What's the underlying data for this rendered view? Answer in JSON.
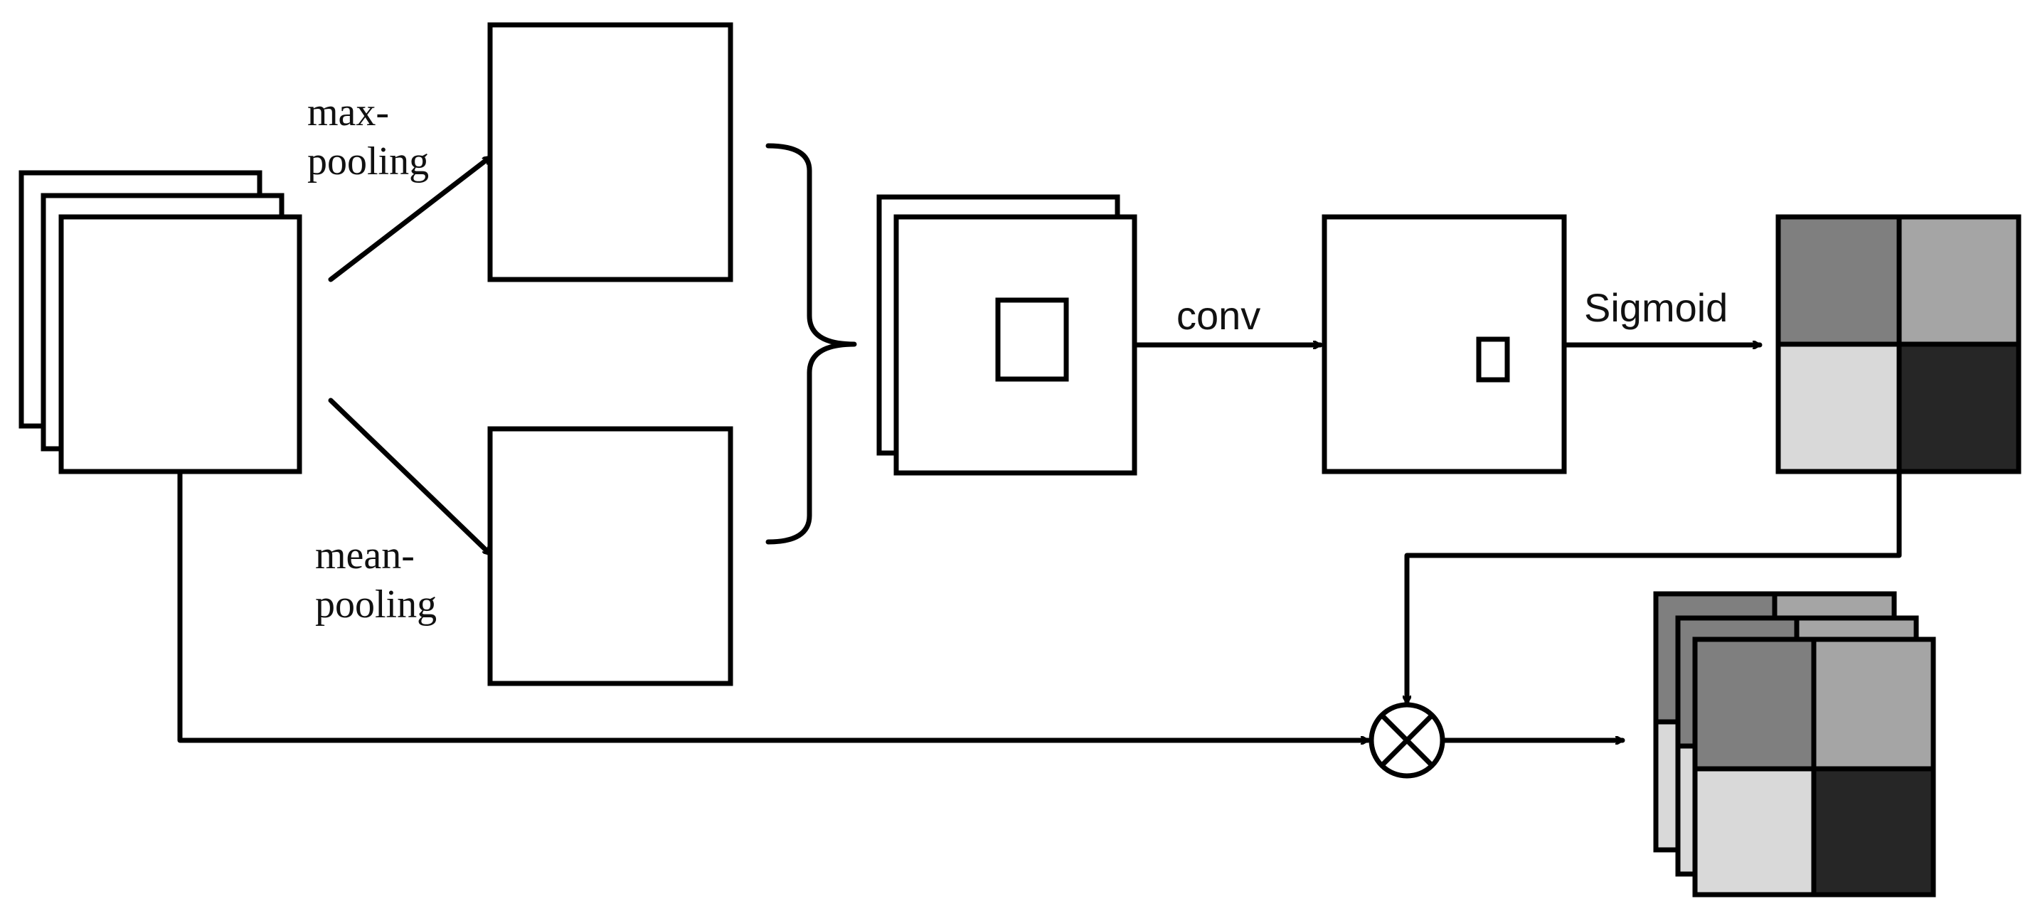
{
  "labels": {
    "max_pooling_line1": "max-",
    "max_pooling_line2": "pooling",
    "mean_pooling_line1": "mean-",
    "mean_pooling_line2": "pooling",
    "conv": "conv",
    "sigmoid": "Sigmoid"
  },
  "colors": {
    "stroke": "#000000",
    "background": "#ffffff",
    "weight_top_left": "#7f7f7f",
    "weight_top_right": "#a5a5a5",
    "weight_bottom_left": "#d9d9d9",
    "weight_bottom_right": "#262626"
  },
  "icons": {
    "multiply": "circled-times-icon"
  }
}
